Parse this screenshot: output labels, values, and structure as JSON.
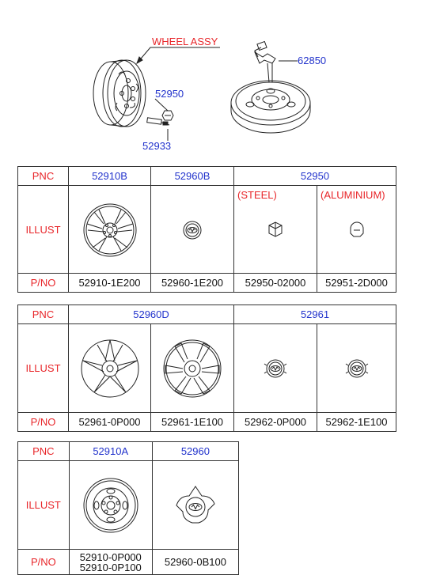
{
  "top": {
    "wheel_assy_label": "WHEEL ASSY",
    "label_52950": "52950",
    "label_52933": "52933",
    "label_62850": "62850"
  },
  "row_labels": {
    "pnc": "PNC",
    "illust": "ILLUST",
    "pno": "P/NO"
  },
  "table1": {
    "pnc": [
      "52910B",
      "52960B",
      "52950"
    ],
    "sub_labels": [
      "(STEEL)",
      "(ALUMINIUM)"
    ],
    "pno": [
      "52910-1E200",
      "52960-1E200",
      "52950-02000",
      "52951-2D000"
    ]
  },
  "table2": {
    "pnc": [
      "52960D",
      "52961"
    ],
    "pno": [
      "52961-0P000",
      "52961-1E100",
      "52962-0P000",
      "52962-1E100"
    ]
  },
  "table3": {
    "pnc": [
      "52910A",
      "52960"
    ],
    "pno": [
      "52910-0P000",
      "52910-0P100",
      "52960-0B100"
    ]
  },
  "colors": {
    "label_red": "#e8262a",
    "label_blue": "#2233cc",
    "line": "#333333"
  },
  "icons": [
    "steel-wheel-icon",
    "spare-tire-icon",
    "alloy-wheel-icon",
    "center-cap-icon",
    "lug-nut-icon",
    "wheel-cover-icon",
    "valve-icon",
    "jack-icon"
  ]
}
